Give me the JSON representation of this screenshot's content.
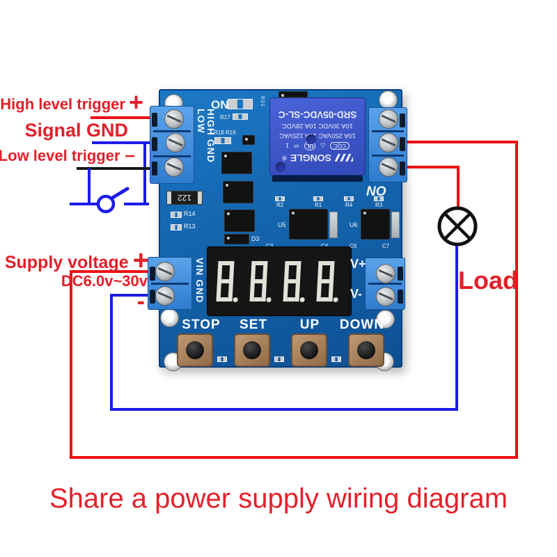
{
  "annotations": {
    "high_trigger": {
      "label": "High level trigger",
      "sign": "+"
    },
    "signal_gnd": {
      "label": "Signal GND"
    },
    "low_trigger": {
      "label": "Low level trigger",
      "sign": "–"
    },
    "supply": {
      "label": "Supply voltage",
      "sign_plus": "+",
      "range": "DC6.0v~30v",
      "sign_minus": "-"
    },
    "load": {
      "label": "Load"
    },
    "caption": "Share a power supply wiring diagram"
  },
  "board": {
    "silkscreen": {
      "on": "ON",
      "r17": "R17",
      "r18_r19": "R18 R19",
      "r21": "R21",
      "left_header": "HIGH GND LOW",
      "no": "NO",
      "res_122": "122",
      "r14": "R14",
      "r13": "R13",
      "r2": "R2",
      "r1": "R1",
      "r4": "R4",
      "r3": "R3",
      "u5": "U5",
      "u6": "U6",
      "d3": "D3",
      "c3": "C3",
      "c4": "C4",
      "c6": "C6",
      "c7": "C7",
      "power_header": "VIN GND",
      "v_plus": "V+",
      "v_minus": "V-"
    },
    "buttons": [
      "STOP",
      "SET",
      "UP",
      "DOWN"
    ],
    "relay": {
      "model": "SRD-05VDC-SL-C",
      "rating_dc": "10A 30VDC 10A 28VDC",
      "rating_ac": "10A 250VAC 10A 125VAC",
      "brand": "SONGLE",
      "reg_mark": "®",
      "marks": {
        "ul": "UL",
        "us": "us",
        "num": "1",
        "ccc_triangle": "△",
        "cqc": "CQC"
      }
    },
    "display": {
      "digits": "8.8.8.8"
    }
  },
  "colors": {
    "wire_red": "#ee1013",
    "wire_blue": "#1c1ce8",
    "wire_black": "#161616",
    "label_red": "#e2202a",
    "pcb_blue": "#1465ae",
    "terminal_blue": "#3f8cdc",
    "relay_blue": "#3e55c8",
    "caption_red": "#e4212b"
  }
}
